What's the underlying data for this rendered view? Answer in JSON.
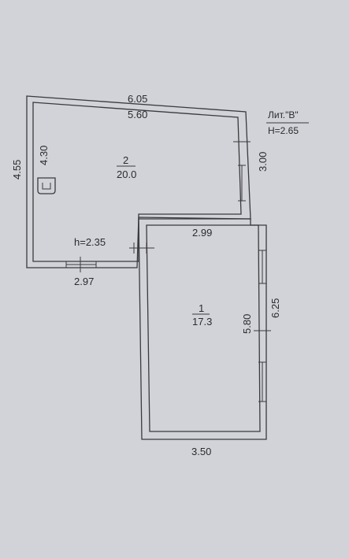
{
  "plan": {
    "literal_label": "Лит.\"В\"",
    "height_label": "H=2.65",
    "rooms": [
      {
        "number": "2",
        "area": "20.0"
      },
      {
        "number": "1",
        "area": "17.3"
      }
    ],
    "dimensions": {
      "top_outer": "6.05",
      "top_inner": "5.60",
      "left_outer": "4.55",
      "left_inner": "4.30",
      "right_upper": "3.00",
      "room1_top": "2.99",
      "bottom_left": "2.97",
      "room1_inner_height": "5.80",
      "room1_outer_height": "6.25",
      "bottom": "3.50"
    },
    "ceiling_note": "h=2.35",
    "colors": {
      "background": "#d2d3d8",
      "line": "#3a3a3e",
      "text": "#2b2b2e"
    }
  }
}
